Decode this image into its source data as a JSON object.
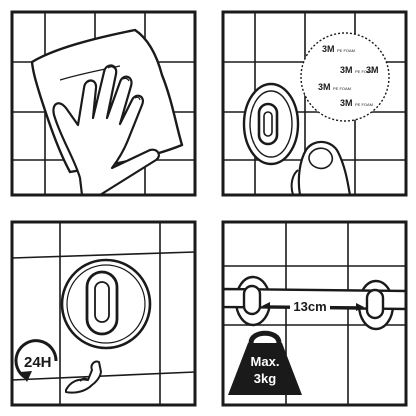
{
  "panels": {
    "step1": {
      "icon": "hand-wiping-cloth-icon"
    },
    "step2": {
      "icon": "thumb-press-hook-icon",
      "foam_brand": "3M",
      "foam_text": "PE FOAM"
    },
    "step3": {
      "icon": "mounted-hook-icon",
      "wait_label": "24H",
      "wait_icon": "clockwise-arrow-icon",
      "strength_icon": "flexed-arm-icon"
    },
    "step4": {
      "icon": "towel-rail-icon",
      "distance_label": "13cm",
      "weight_label_line1": "Max.",
      "weight_label_line2": "3kg",
      "weight_icon": "kettlebell-weight-icon"
    }
  },
  "colors": {
    "line": "#1a1a1a",
    "fill_dark": "#1a1a1a",
    "background": "#ffffff"
  }
}
